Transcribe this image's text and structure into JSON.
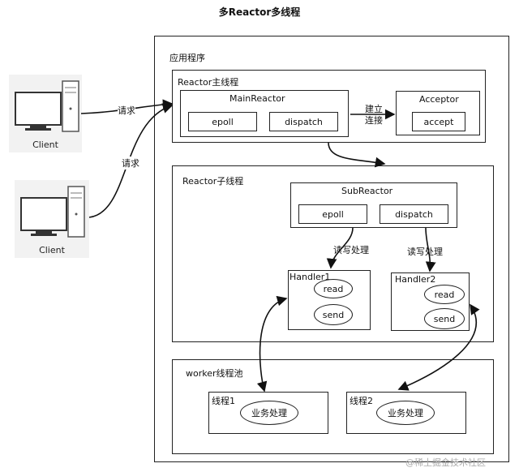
{
  "title": "多Reactor多线程",
  "clients": [
    {
      "label": "Client"
    },
    {
      "label": "Client"
    }
  ],
  "requests": [
    "请求",
    "请求"
  ],
  "app": {
    "label": "应用程序",
    "main_thread": {
      "label": "Reactor主线程",
      "main_reactor": {
        "label": "MainReactor",
        "epoll": "epoll",
        "dispatch": "dispatch"
      },
      "connect_label_1": "建立",
      "connect_label_2": "连接",
      "acceptor": {
        "label": "Acceptor",
        "accept": "accept"
      }
    },
    "sub_thread": {
      "label": "Reactor子线程",
      "sub_reactor": {
        "label": "SubReactor",
        "epoll": "epoll",
        "dispatch": "dispatch"
      },
      "rw_label_1": "读写处理",
      "rw_label_2": "读写处理",
      "handler1": {
        "label": "Handler1",
        "read": "read",
        "send": "send"
      },
      "handler2": {
        "label": "Handler2",
        "read": "read",
        "send": "send"
      }
    },
    "worker_pool": {
      "label": "worker线程池",
      "thread1": {
        "label": "线程1",
        "task": "业务处理"
      },
      "thread2": {
        "label": "线程2",
        "task": "业务处理"
      }
    }
  },
  "watermark": "@稀土掘金技术社区"
}
